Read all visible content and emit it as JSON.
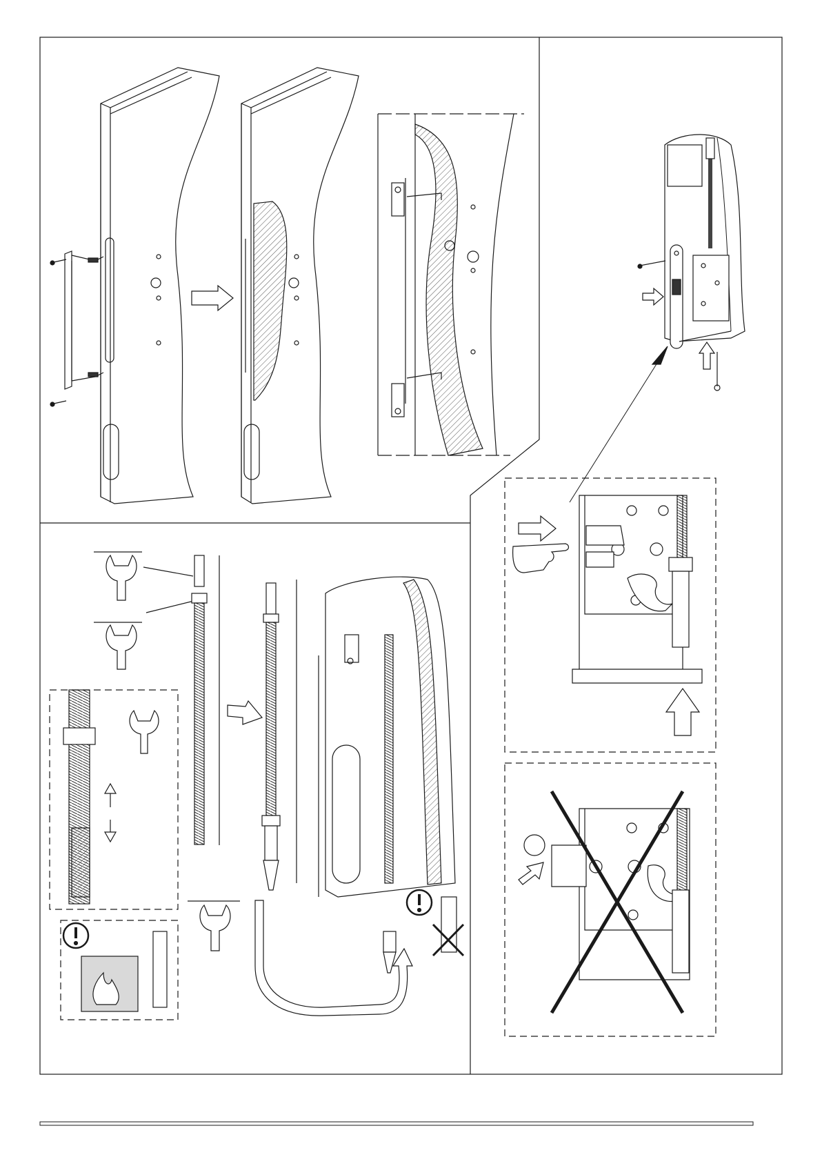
{
  "document": {
    "type": "installation-instructions",
    "text_labels": []
  },
  "panels": [
    {
      "id": "panel-a",
      "content": "mounting-bracket-into-door-profile"
    },
    {
      "id": "panel-b",
      "content": "lock-case-insertion-and-latch-check"
    },
    {
      "id": "panel-c",
      "content": "rod-length-adjustment"
    }
  ],
  "icons": {
    "warning": "exclamation-circle-icon",
    "fire": "flame-icon",
    "wrench": "open-end-wrench-icon",
    "hand": "pointing-hand-icon",
    "arrow": "outline-arrow-icon",
    "prohibited": "cross-out-icon"
  },
  "colors": {
    "line": "#1a1a1a",
    "hatch": "#555555",
    "fire_box": "#d9d9d9",
    "background": "#ffffff"
  }
}
